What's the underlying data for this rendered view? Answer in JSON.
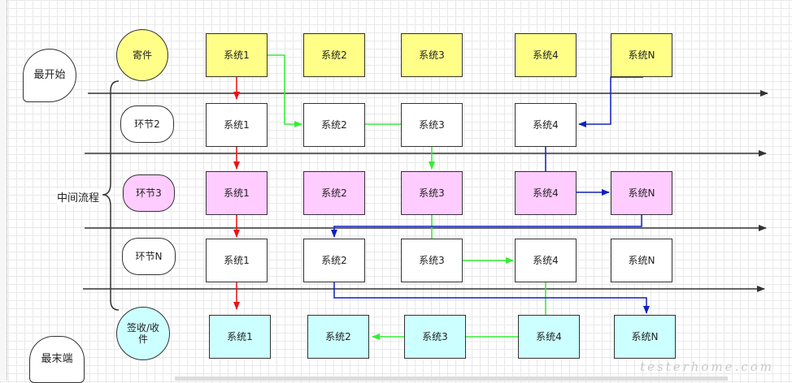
{
  "colors": {
    "yellow": "#ffff88",
    "pink": "#ffccff",
    "cyan": "#ccffff",
    "white": "#ffffff",
    "green": "#33ee33",
    "blue": "#1020c0",
    "red": "#ee1111",
    "line": "#333333"
  },
  "labels": {
    "start": "最开始",
    "end": "最末端",
    "middle": "中间流程",
    "row0": "寄件",
    "row1": "环节2",
    "row2": "环节3",
    "row3": "环节N",
    "row4": "签收/收件"
  },
  "rows": [
    {
      "cells": [
        "系统1",
        "系统2",
        "系统3",
        "系统4",
        "系统N"
      ]
    },
    {
      "cells": [
        "系统1",
        "系统2",
        "系统3",
        "系统4"
      ]
    },
    {
      "cells": [
        "系统1",
        "系统2",
        "系统3",
        "系统4",
        "系统N"
      ]
    },
    {
      "cells": [
        "系统1",
        "系统2",
        "系统3",
        "系统4",
        "系统N"
      ]
    },
    {
      "cells": [
        "系统1",
        "系统2",
        "系统3",
        "系统4",
        "系统N"
      ]
    }
  ],
  "watermark": "testerhome.com"
}
